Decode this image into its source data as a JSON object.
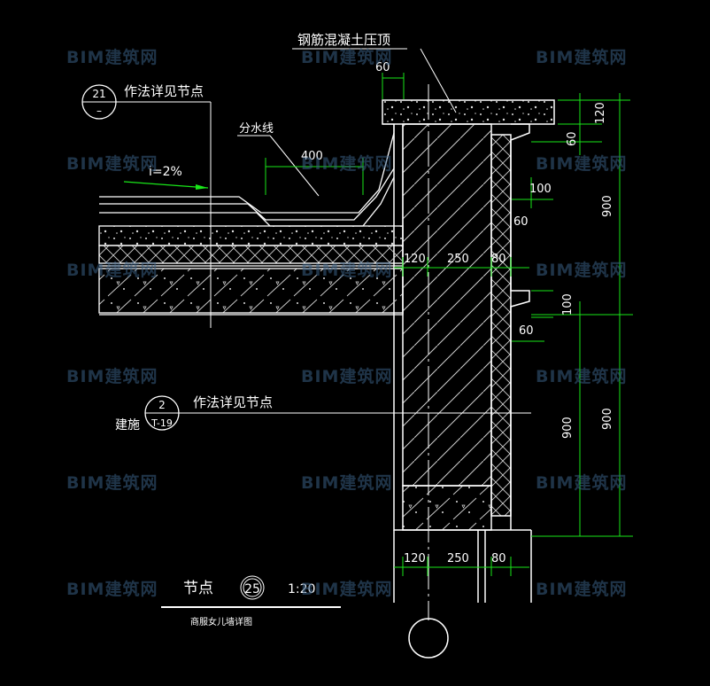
{
  "watermark": {
    "brand": "BIM",
    "text": "建筑网"
  },
  "labels": {
    "coping": "钢筋混凝土压顶",
    "ref_detail_top": "作法详见节点",
    "ref_detail_mid": "作法详见节点",
    "drain_line": "分水线",
    "slope": "i=2%",
    "building": "建施",
    "bubble_top_num": "21",
    "bubble_top_sheet": "–",
    "bubble_mid_num": "2",
    "bubble_mid_sheet": "T-19",
    "detail_title": "节点",
    "detail_no": "25",
    "scale": "1:20",
    "subtitle": "商服女儿墙详图"
  },
  "dims": {
    "d60_top": "60",
    "d400": "400",
    "d120_right": "120",
    "d60_right": "60",
    "d100_a": "100",
    "d60_b": "60",
    "d900_outer_top": "900",
    "d120_mid": "120",
    "d250_mid": "250",
    "d80_mid": "80",
    "d100_c": "100",
    "d60_c": "60",
    "d900_inner": "900",
    "d900_outer_bottom": "900",
    "d120_bot": "120",
    "d250_bot": "250",
    "d80_bot": "80"
  },
  "colors": {
    "line": "#ffffff",
    "dim": "#19e619",
    "arrow": "#19e619",
    "hatch": "#d8d8d8"
  }
}
